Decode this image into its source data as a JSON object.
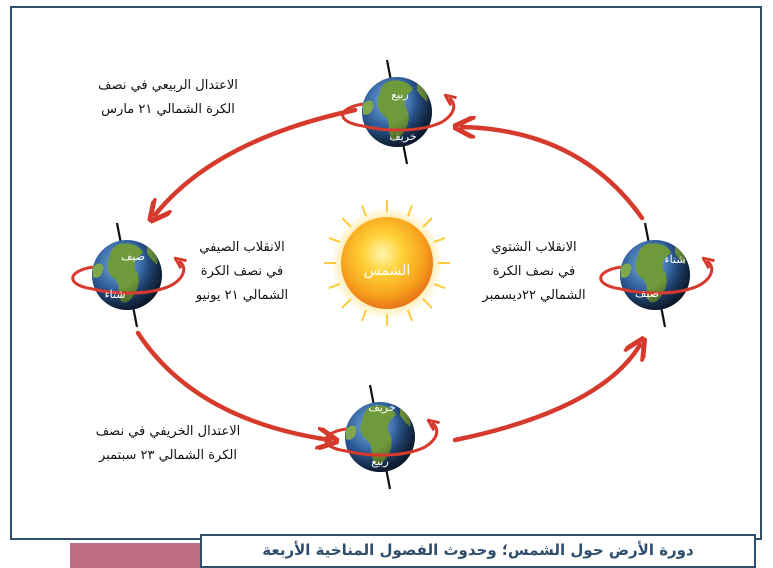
{
  "caption": "دورة الأرض حول الشمس؛ وحدوث الفصول المناخية الأربعة",
  "sun": {
    "label": "الشمس"
  },
  "positions": {
    "top": {
      "description_line1": "الاعتدال الربيعي  في نصف",
      "description_line2": "الكرة الشمالي ٢١ مارس",
      "season_upper": "ربيع",
      "season_lower": "خريف"
    },
    "left": {
      "description_line1": "الانقلاب الصيفي",
      "description_line2": "في نصف الكرة",
      "description_line3": "الشمالي ٢١ يونيو",
      "season_upper": "صيف",
      "season_lower": "شتاء"
    },
    "bottom": {
      "description_line1": "الاعتدال الخريفي في نصف",
      "description_line2": "الكرة الشمالي ٢٣ سبتمبر",
      "season_upper": "خريف",
      "season_lower": "ربيع"
    },
    "right": {
      "description_line1": "الانقلاب الشتوي",
      "description_line2": "في نصف الكرة",
      "description_line3": "الشمالي ٢٢ديسمبر",
      "season_upper": "شتاء",
      "season_lower": "صيف"
    }
  },
  "colors": {
    "frame": "#2f4d6c",
    "orbit_arrow": "#d63a2c",
    "ocean": "#2e5d9a",
    "land": "#6f9a3c",
    "sun": "#f7a21b",
    "accent_bar": "#c06c84"
  }
}
